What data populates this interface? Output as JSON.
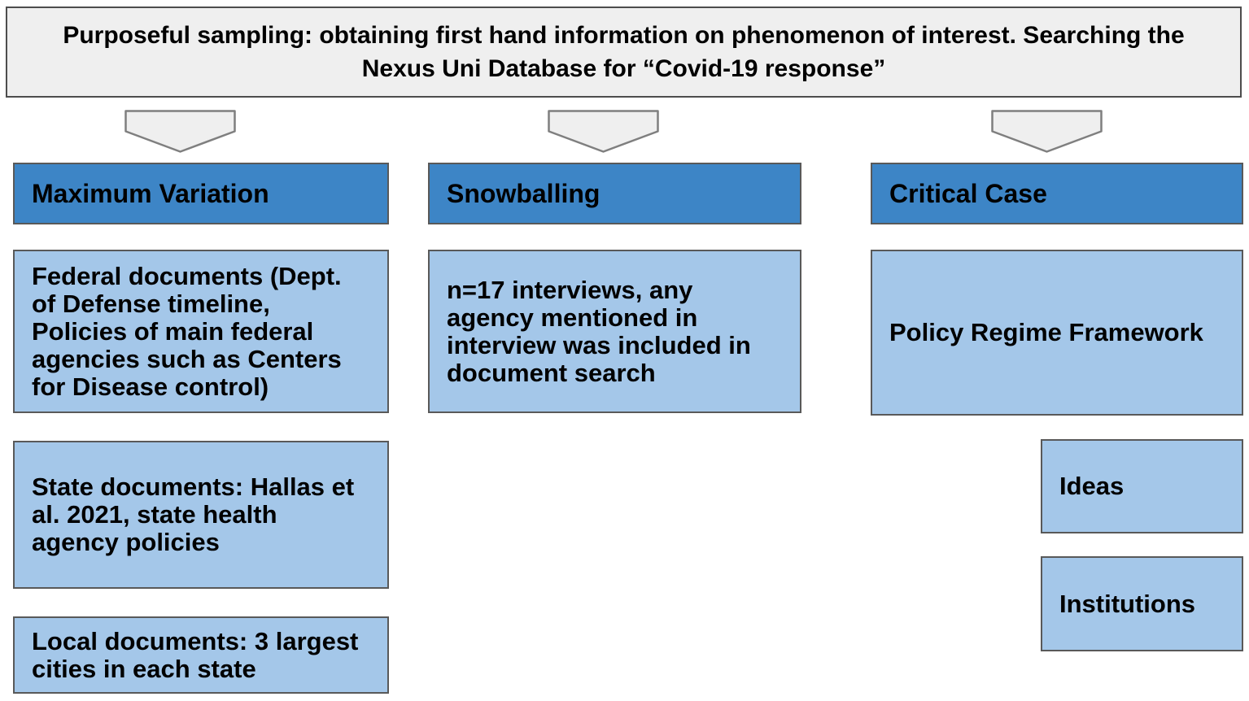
{
  "banner": {
    "text": "Purposeful sampling: obtaining first hand information on phenomenon of interest. Searching the\nNexus Uni Database for “Covid-19 response”"
  },
  "columns": [
    {
      "header": "Maximum Variation",
      "boxes": [
        {
          "text": "Federal documents (Dept.\nof Defense timeline,\nPolicies of main federal\nagencies such as Centers\nfor Disease control)"
        },
        {
          "text": "State documents: Hallas et\nal. 2021, state health\nagency policies"
        },
        {
          "text": "Local documents: 3 largest\ncities in each state"
        }
      ]
    },
    {
      "header": "Snowballing",
      "boxes": [
        {
          "text": "n=17 interviews, any\nagency mentioned in\ninterview was included in\ndocument search"
        }
      ]
    },
    {
      "header": "Critical Case",
      "boxes": [
        {
          "text": "Policy Regime Framework"
        },
        {
          "text": "Ideas"
        },
        {
          "text": "Institutions"
        }
      ]
    }
  ],
  "icons": {
    "down_arrow": "flow-connector pointing down from banner to each column header"
  },
  "colors": {
    "text": "#000000",
    "banner_fill": "#efefef",
    "banner_border": "#4d4d4d",
    "arrow_fill": "#efefef",
    "arrow_border": "#7f7f7f",
    "header_fill": "#3d85c6",
    "box_fill": "#a4c7e9",
    "box_border": "#595959"
  }
}
